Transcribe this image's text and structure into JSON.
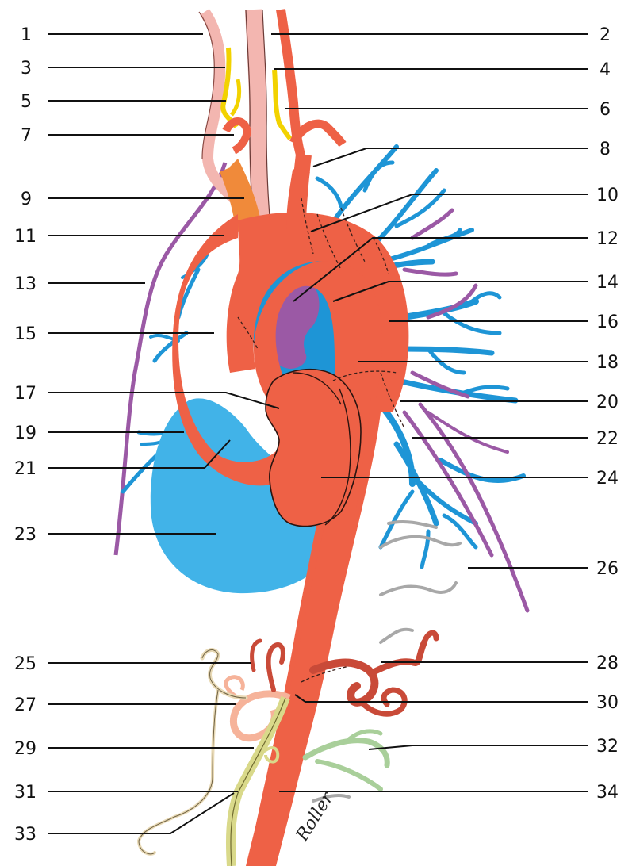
{
  "labels": {
    "l1": "1",
    "l3": "3",
    "l5": "5",
    "l7": "7",
    "l9": "9",
    "l11": "11",
    "l13": "13",
    "l15": "15",
    "l17": "17",
    "l19": "19",
    "l21": "21",
    "l23": "23",
    "l25": "25",
    "l27": "27",
    "l29": "29",
    "l31": "31",
    "l33": "33",
    "r2": "2",
    "r4": "4",
    "r6": "6",
    "r8": "8",
    "r10": "10",
    "r12": "12",
    "r14": "14",
    "r16": "16",
    "r18": "18",
    "r20": "20",
    "r22": "22",
    "r24": "24",
    "r26": "26",
    "r28": "28",
    "r30": "30",
    "r32": "32",
    "r34": "34"
  },
  "signature": "Roller",
  "colors": {
    "artery": "#ee6146",
    "artery_dark": "#c94a38",
    "vein_blue": "#1e95d6",
    "atrium_light_blue": "#41b3e8",
    "purple": "#9b59a5",
    "pink": "#f3b6b0",
    "orange": "#f08a3a",
    "yellow": "#f2d200",
    "salmon": "#f6b39a",
    "green": "#a9cf9a",
    "olive": "#d9d98a",
    "gray": "#999999"
  }
}
